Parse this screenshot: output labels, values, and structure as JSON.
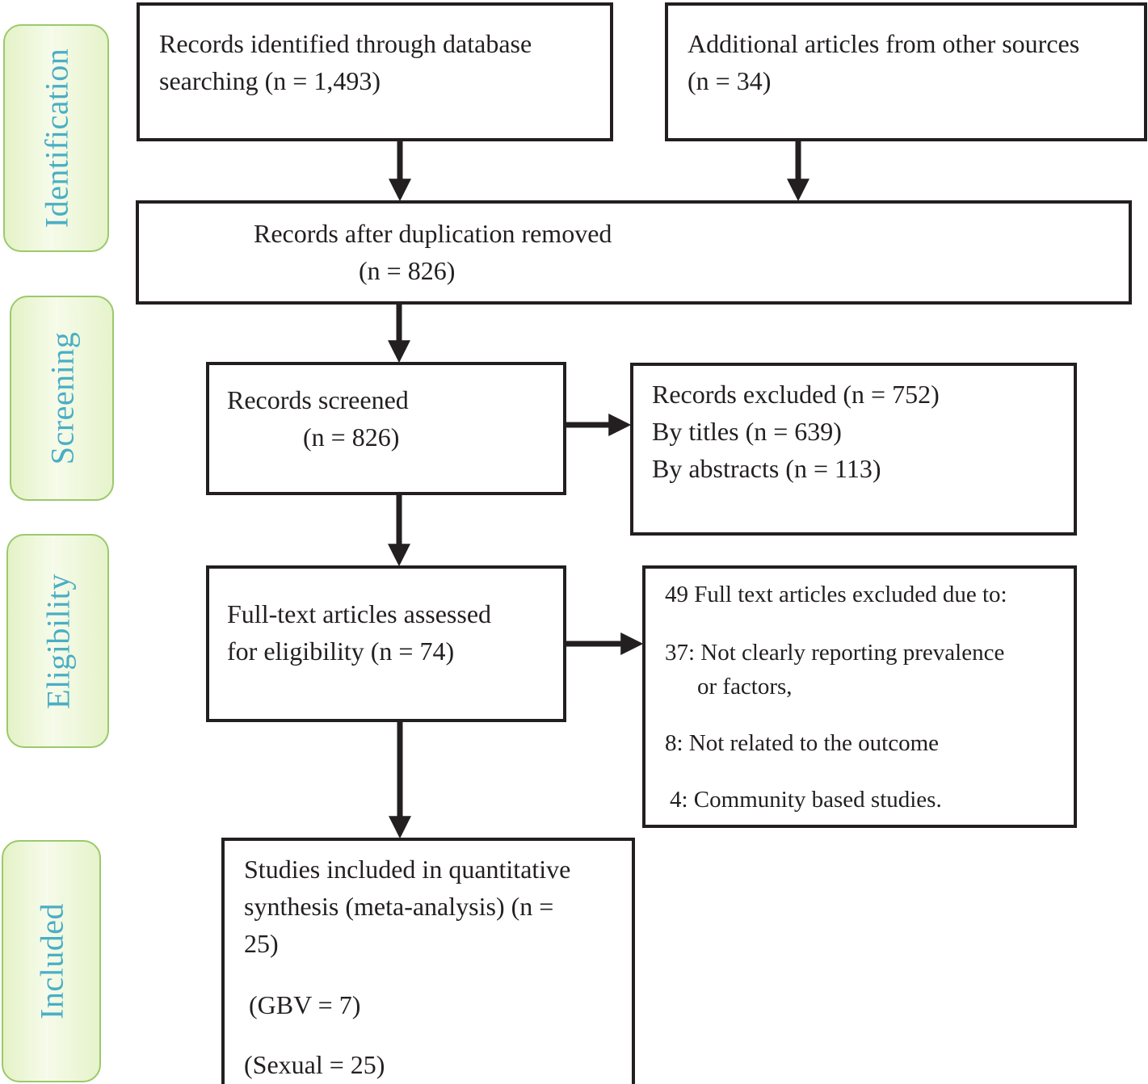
{
  "stages": {
    "identification": "Identification",
    "screening": "Screening",
    "eligibility": "Eligibility",
    "included": "Included"
  },
  "identification": {
    "database": {
      "line1": "Records identified through database",
      "line2": "searching (n = 1,493)"
    },
    "other": {
      "line1": "Additional articles from other sources",
      "line2": "(n = 34)"
    },
    "deduplicated": {
      "line1": "Records after duplication removed",
      "line2": "(n = 826)"
    }
  },
  "screening": {
    "screened": {
      "line1": "Records screened",
      "line2": "(n = 826)"
    },
    "excluded": {
      "line1": "Records excluded (n = 752)",
      "line2": "By titles (n = 639)",
      "line3": "By abstracts (n = 113)"
    }
  },
  "eligibility": {
    "assessed": {
      "line1": "Full-text articles assessed",
      "line2": "for eligibility (n = 74)"
    },
    "excluded": {
      "header": "49 Full text articles excluded due to:",
      "reason1_line1": "37: Not clearly reporting prevalence",
      "reason1_line2": "or factors,",
      "reason2": "8:   Not related to the outcome",
      "reason3": "4: Community based studies."
    }
  },
  "included": {
    "line1": "Studies included in quantitative",
    "line2": "synthesis (meta-analysis) (n =",
    "line3": "25)",
    "gbv": "(GBV = 7)",
    "sexual": "(Sexual = 25)"
  }
}
